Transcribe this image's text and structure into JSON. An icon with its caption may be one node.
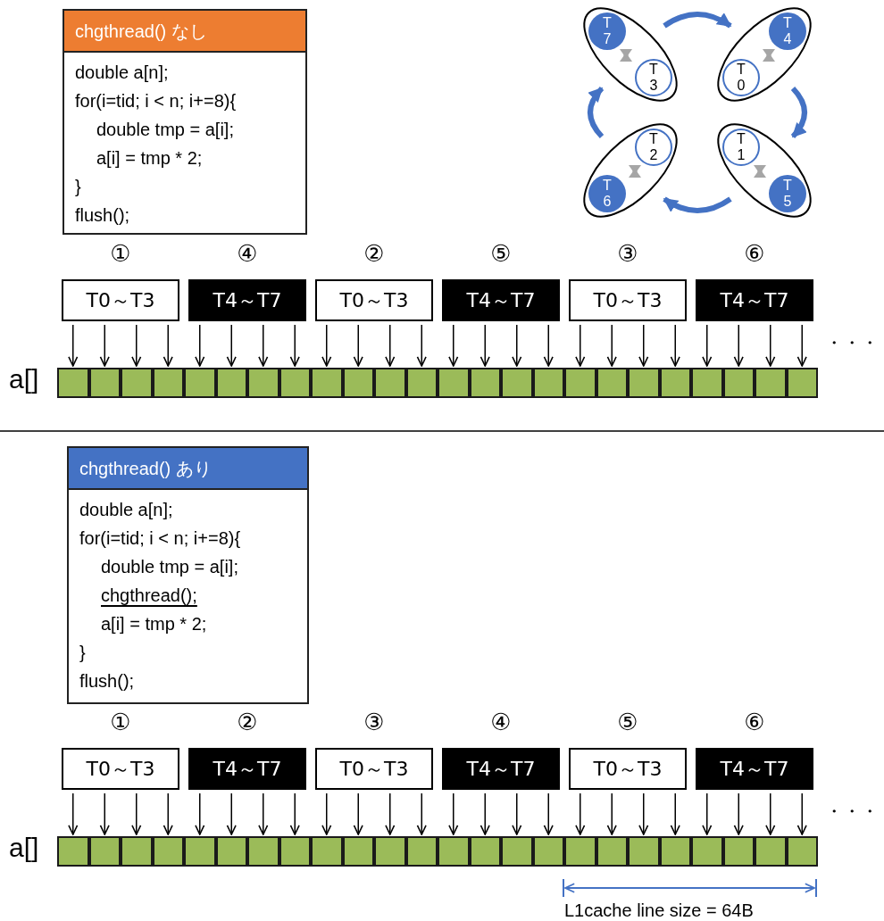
{
  "diagram": {
    "nodes": [
      {
        "text": [
          "chgthread() なし",
          "double a[n];",
          "for(i=tid; i < n; i+=8){",
          "double tmp = a[i];",
          "a[i] = tmp * 2;",
          "}",
          "flush();"
        ]
      },
      {
        "text": [],
        "shape": "ellipse"
      },
      {
        "text": [
          "T7"
        ],
        "in": 1
      },
      {
        "text": [
          "T3"
        ],
        "in": 1
      },
      {
        "text": [],
        "shape": "ellipse"
      },
      {
        "text": [
          "T4"
        ],
        "in": 4
      },
      {
        "text": [
          "T0"
        ],
        "in": 4
      },
      {
        "text": [],
        "shape": "ellipse"
      },
      {
        "text": [
          "T2"
        ],
        "in": 7
      },
      {
        "text": [
          "T6"
        ],
        "in": 7
      },
      {
        "text": [],
        "shape": "ellipse"
      },
      {
        "text": [
          "T1"
        ],
        "in": 10
      },
      {
        "text": [
          "T5"
        ],
        "in": 10
      },
      {
        "text": [
          "T0～T3"
        ],
        "beside": [
          "①"
        ]
      },
      {
        "text": [
          "T4～T7"
        ],
        "beside": [
          "④"
        ]
      },
      {
        "text": [
          "T0～T3"
        ],
        "beside": [
          "②"
        ]
      },
      {
        "text": [
          "T4～T7"
        ],
        "beside": [
          "⑤"
        ]
      },
      {
        "text": [
          "T0～T3"
        ],
        "beside": [
          "③"
        ]
      },
      {
        "text": [
          "T4～T7"
        ],
        "beside": [
          "⑥"
        ]
      },
      {
        "text": [],
        "shape": "box"
      },
      {
        "text": [],
        "shape": "box"
      },
      {
        "text": [],
        "shape": "box"
      },
      {
        "text": [],
        "shape": "box"
      },
      {
        "text": [],
        "shape": "box"
      },
      {
        "text": [],
        "shape": "box"
      },
      {
        "text": [],
        "shape": "box"
      },
      {
        "text": [],
        "shape": "box"
      },
      {
        "text": [],
        "shape": "box"
      },
      {
        "text": [],
        "shape": "box"
      },
      {
        "text": [],
        "shape": "box"
      },
      {
        "text": [],
        "shape": "box"
      },
      {
        "text": [],
        "shape": "box"
      },
      {
        "text": [],
        "shape": "box"
      },
      {
        "text": [],
        "shape": "box"
      },
      {
        "text": [],
        "shape": "box"
      },
      {
        "text": [],
        "shape": "box"
      },
      {
        "text": [],
        "shape": "box"
      },
      {
        "text": [],
        "shape": "box"
      },
      {
        "text": [],
        "shape": "box"
      },
      {
        "text": [],
        "shape": "box"
      },
      {
        "text": [],
        "shape": "box"
      },
      {
        "text": [],
        "shape": "box"
      },
      {
        "text": [],
        "shape": "box"
      },
      {
        "text": [
          "chgthread() あり",
          "double a[n];",
          "for(i=tid; i < n; i+=8){",
          "double tmp = a[i];",
          "chgthread();",
          "a[i] = tmp * 2;",
          "}",
          "flush();"
        ]
      },
      {
        "text": [
          "T0～T3"
        ],
        "beside": [
          "①"
        ]
      },
      {
        "text": [
          "T4～T7"
        ],
        "beside": [
          "②"
        ]
      },
      {
        "text": [
          "T0～T3"
        ],
        "beside": [
          "③"
        ]
      },
      {
        "text": [
          "T4～T7"
        ],
        "beside": [
          "④"
        ]
      },
      {
        "text": [
          "T0～T3"
        ],
        "beside": [
          "⑤"
        ]
      },
      {
        "text": [
          "T4～T7"
        ],
        "beside": [
          "⑥"
        ]
      },
      {
        "text": [],
        "shape": "box"
      },
      {
        "text": [],
        "shape": "box"
      },
      {
        "text": [],
        "shape": "box"
      },
      {
        "text": [],
        "shape": "box"
      },
      {
        "text": [],
        "shape": "box"
      },
      {
        "text": [],
        "shape": "box"
      },
      {
        "text": [],
        "shape": "box"
      },
      {
        "text": [],
        "shape": "box"
      },
      {
        "text": [],
        "shape": "box"
      },
      {
        "text": [],
        "shape": "box"
      },
      {
        "text": [],
        "shape": "box"
      },
      {
        "text": [],
        "shape": "box"
      },
      {
        "text": [],
        "shape": "box"
      },
      {
        "text": [],
        "shape": "box"
      },
      {
        "text": [],
        "shape": "box"
      },
      {
        "text": [],
        "shape": "box"
      },
      {
        "text": [],
        "shape": "box"
      },
      {
        "text": [],
        "shape": "box"
      },
      {
        "text": [],
        "shape": "box"
      },
      {
        "text": [],
        "shape": "box"
      },
      {
        "text": [],
        "shape": "box"
      },
      {
        "text": [],
        "shape": "box"
      },
      {
        "text": [],
        "shape": "box"
      },
      {
        "text": [],
        "shape": "box"
      }
    ],
    "edges": [
      {
        "from": 2,
        "to": 3,
        "arrow": "both",
        "style": "thick",
        "color": "#a6a6a6"
      },
      {
        "from": 5,
        "to": 6,
        "arrow": "both",
        "style": "thick",
        "color": "#a6a6a6"
      },
      {
        "from": 8,
        "to": 9,
        "arrow": "both",
        "style": "thick",
        "color": "#a6a6a6"
      },
      {
        "from": 11,
        "to": 12,
        "arrow": "both",
        "style": "thick",
        "color": "#a6a6a6"
      },
      {
        "from": 1,
        "to": 4,
        "arrow": "to",
        "style": "thick",
        "color": "#4472c4"
      },
      {
        "from": 4,
        "to": 10,
        "arrow": "to",
        "style": "thick",
        "color": "#4472c4"
      },
      {
        "from": 10,
        "to": 7,
        "arrow": "to",
        "style": "thick",
        "color": "#4472c4"
      },
      {
        "from": 7,
        "to": 1,
        "arrow": "to",
        "style": "thick",
        "color": "#4472c4"
      },
      {
        "from": 13,
        "to": 19,
        "arrow": "to"
      },
      {
        "from": 13,
        "to": 20,
        "arrow": "to"
      },
      {
        "from": 13,
        "to": 21,
        "arrow": "to"
      },
      {
        "from": 13,
        "to": 22,
        "arrow": "to"
      },
      {
        "from": 14,
        "to": 23,
        "arrow": "to"
      },
      {
        "from": 14,
        "to": 24,
        "arrow": "to"
      },
      {
        "from": 14,
        "to": 25,
        "arrow": "to"
      },
      {
        "from": 14,
        "to": 26,
        "arrow": "to"
      },
      {
        "from": 15,
        "to": 27,
        "arrow": "to"
      },
      {
        "from": 15,
        "to": 28,
        "arrow": "to"
      },
      {
        "from": 15,
        "to": 29,
        "arrow": "to"
      },
      {
        "from": 15,
        "to": 30,
        "arrow": "to"
      },
      {
        "from": 16,
        "to": 31,
        "arrow": "to"
      },
      {
        "from": 16,
        "to": 32,
        "arrow": "to"
      },
      {
        "from": 16,
        "to": 33,
        "arrow": "to"
      },
      {
        "from": 16,
        "to": 34,
        "arrow": "to"
      },
      {
        "from": 17,
        "to": 35,
        "arrow": "to"
      },
      {
        "from": 17,
        "to": 36,
        "arrow": "to"
      },
      {
        "from": 17,
        "to": 37,
        "arrow": "to"
      },
      {
        "from": 17,
        "to": 38,
        "arrow": "to"
      },
      {
        "from": 18,
        "to": 39,
        "arrow": "to"
      },
      {
        "from": 18,
        "to": 40,
        "arrow": "to"
      },
      {
        "from": 18,
        "to": 41,
        "arrow": "to"
      },
      {
        "from": 18,
        "to": 42,
        "arrow": "to"
      },
      {
        "from": 44,
        "to": 50,
        "arrow": "to"
      },
      {
        "from": 44,
        "to": 51,
        "arrow": "to"
      },
      {
        "from": 44,
        "to": 52,
        "arrow": "to"
      },
      {
        "from": 44,
        "to": 53,
        "arrow": "to"
      },
      {
        "from": 45,
        "to": 54,
        "arrow": "to"
      },
      {
        "from": 45,
        "to": 55,
        "arrow": "to"
      },
      {
        "from": 45,
        "to": 56,
        "arrow": "to"
      },
      {
        "from": 45,
        "to": 57,
        "arrow": "to"
      },
      {
        "from": 46,
        "to": 58,
        "arrow": "to"
      },
      {
        "from": 46,
        "to": 59,
        "arrow": "to"
      },
      {
        "from": 46,
        "to": 60,
        "arrow": "to"
      },
      {
        "from": 46,
        "to": 61,
        "arrow": "to"
      },
      {
        "from": 47,
        "to": 62,
        "arrow": "to"
      },
      {
        "from": 47,
        "to": 63,
        "arrow": "to"
      },
      {
        "from": 47,
        "to": 64,
        "arrow": "to"
      },
      {
        "from": 47,
        "to": 65,
        "arrow": "to"
      },
      {
        "from": 48,
        "to": 66,
        "arrow": "to"
      },
      {
        "from": 48,
        "to": 67,
        "arrow": "to"
      },
      {
        "from": 48,
        "to": 68,
        "arrow": "to"
      },
      {
        "from": 48,
        "to": 69,
        "arrow": "to"
      },
      {
        "from": 49,
        "to": 70,
        "arrow": "to"
      },
      {
        "from": 49,
        "to": 71,
        "arrow": "to"
      },
      {
        "from": 49,
        "to": 72,
        "arrow": "to"
      },
      {
        "from": 49,
        "to": 73,
        "arrow": "to"
      }
    ],
    "labels": [
      "・・・",
      "a[]",
      "・・・",
      "a[]",
      "L1cache line size = 64B"
    ]
  }
}
